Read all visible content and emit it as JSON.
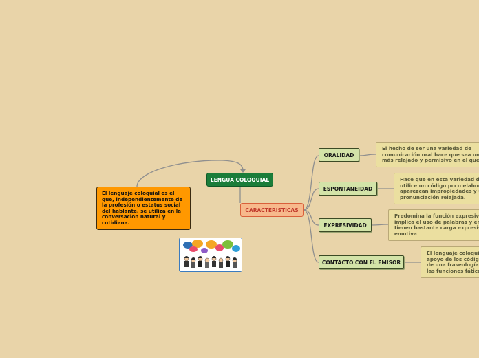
{
  "root": {
    "label": "LENGUA COLOQUIAL"
  },
  "definition": {
    "lines": [
      "El lenguaje coloquial es el",
      "que, independientemente de",
      "la profesión o estatus social",
      "del hablante, se utiliza en la",
      "conversación natural y",
      "cotidiana."
    ]
  },
  "characteristics": {
    "label": "CARACTERISTICAS"
  },
  "items": [
    {
      "label": "ORALIDAD",
      "desc": [
        "El hecho de ser una variedad de",
        "comunicación oral hace que sea un l",
        "más relajado y permisivo en el que a"
      ]
    },
    {
      "label": "ESPONTANEIDAD",
      "desc": [
        "Hace que en esta variedad de",
        "utilice un código poco elabora",
        "aparezcan impropiedades y u",
        "pronunciación relajada."
      ]
    },
    {
      "label": "EXPRESIVIDAD",
      "desc": [
        "Predomina la función expresiva",
        "implica el uso de palabras y enu",
        "tienen bastante carga expresiva",
        "emotiva"
      ]
    },
    {
      "label": "CONTACTO CON EL EMISOR",
      "desc": [
        "El lenguaje coloquia",
        "apoyo de los código",
        "de una fraseología t",
        "las funciones fática"
      ]
    }
  ],
  "colors": {
    "background": "#e9d4a9",
    "root": "#1b7d3a",
    "characteristics": "#f7b98c",
    "definition": "#ff9800",
    "branch": "#d3e3a8",
    "description": "#ebdfa0",
    "connector": "#8c8c8c"
  },
  "image": {
    "icon": "people-with-speech-bubbles-image"
  }
}
